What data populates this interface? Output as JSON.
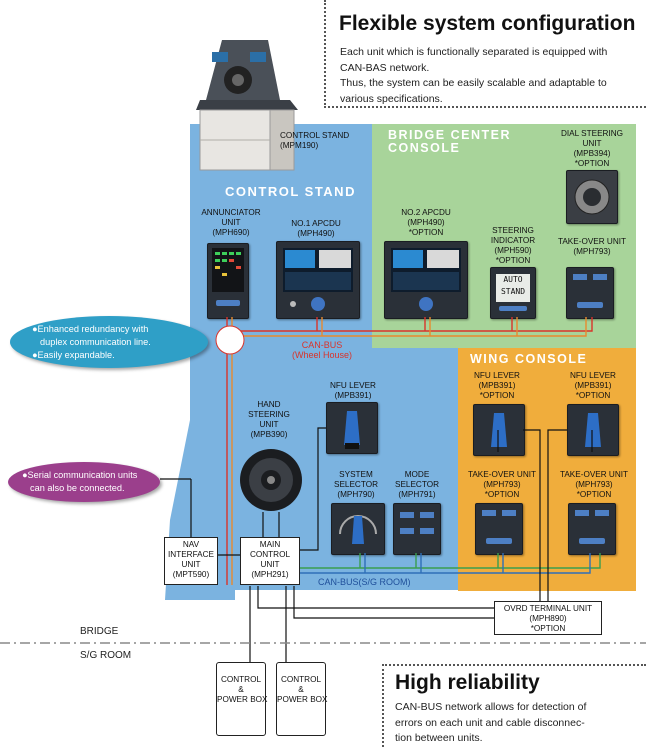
{
  "top_section": {
    "title": "Flexible system configuration",
    "body": [
      "Each unit which is functionally separated is equipped with",
      "CAN-BAS network.",
      "Thus, the system can be easily scalable and adaptable to",
      "various specifications."
    ]
  },
  "bottom_section": {
    "title": "High reliability",
    "body": [
      "CAN-BUS network allows for detection of",
      "errors on each unit and cable disconnec-",
      "tion between units."
    ]
  },
  "regions": {
    "control_stand": "CONTROL STAND",
    "bridge_center_console": [
      "BRIDGE CENTER",
      "CONSOLE"
    ],
    "wing_console": "WING CONSOLE"
  },
  "units": {
    "control_stand_photo": [
      "CONTROL STAND",
      "(MPM190)"
    ],
    "annunciator": [
      "ANNUNCIATOR",
      "UNIT",
      "(MPH690)"
    ],
    "no1_apcdu": [
      "NO.1 APCDU",
      "(MPH490)"
    ],
    "no2_apcdu": [
      "NO.2 APCDU",
      "(MPH490)",
      "*OPTION"
    ],
    "steering_indicator": [
      "STEERING",
      "INDICATOR",
      "(MPH590)",
      "*OPTION"
    ],
    "dial_steering": [
      "DIAL STEERING",
      "UNIT",
      "(MPB394)",
      "*OPTION"
    ],
    "takeover_bridge": [
      "TAKE-OVER UNIT",
      "(MPH793)"
    ],
    "hand_steering": [
      "HAND",
      "STEERING",
      "UNIT",
      "(MPB390)"
    ],
    "nfu_lever": [
      "NFU LEVER",
      "(MPB391)"
    ],
    "system_selector": [
      "SYSTEM",
      "SELECTOR",
      "(MPH790)"
    ],
    "mode_selector": [
      "MODE",
      "SELECTOR",
      "(MPH791)"
    ],
    "wing_nfu_left": [
      "NFU LEVER",
      "(MPB391)",
      "*OPTION"
    ],
    "wing_nfu_right": [
      "NFU LEVER",
      "(MPB391)",
      "*OPTION"
    ],
    "wing_takeover_left": [
      "TAKE-OVER UNIT",
      "(MPH793)",
      "*OPTION"
    ],
    "wing_takeover_right": [
      "TAKE-OVER UNIT",
      "(MPH793)",
      "*OPTION"
    ],
    "nav_interface": [
      "NAV",
      "INTERFACE",
      "UNIT",
      "(MPT590)"
    ],
    "main_control": [
      "MAIN",
      "CONTROL",
      "UNIT",
      "(MPH291)"
    ],
    "ovrd_terminal": [
      "OVRD TERMINAL UNIT",
      "(MPH890)",
      "*OPTION"
    ],
    "power_box_1": [
      "CONTROL",
      "&",
      "POWER BOX"
    ],
    "power_box_2": [
      "CONTROL",
      "&",
      "POWER BOX"
    ]
  },
  "screens": {
    "steering_indicator_text": [
      "AUTO",
      "STAND"
    ]
  },
  "bus_labels": {
    "wheel_house": [
      "CAN-BUS",
      "(Wheel House)"
    ],
    "sg_room": "CAN-BUS(S/G ROOM)"
  },
  "bubbles": {
    "redundancy": [
      "●Enhanced redundancy with",
      "duplex communication line.",
      "●Easily expandable."
    ],
    "serial": [
      "●Serial communication units",
      "can also be connected."
    ]
  },
  "areas": {
    "bridge": "BRIDGE",
    "sg_room": "S/G ROOM"
  },
  "colors": {
    "control_stand_bg": "#7bb3e0",
    "bridge_console_bg": "#a8d49a",
    "wing_console_bg": "#f0ad3c",
    "redundancy_bubble": "#2f9fc7",
    "serial_bubble": "#9b3f8c",
    "can_bus_red": "#d9342b",
    "can_bus_orange": "#e88a2e",
    "can_bus_green": "#3a9e4f",
    "can_bus_blue": "#2f6fb8"
  }
}
